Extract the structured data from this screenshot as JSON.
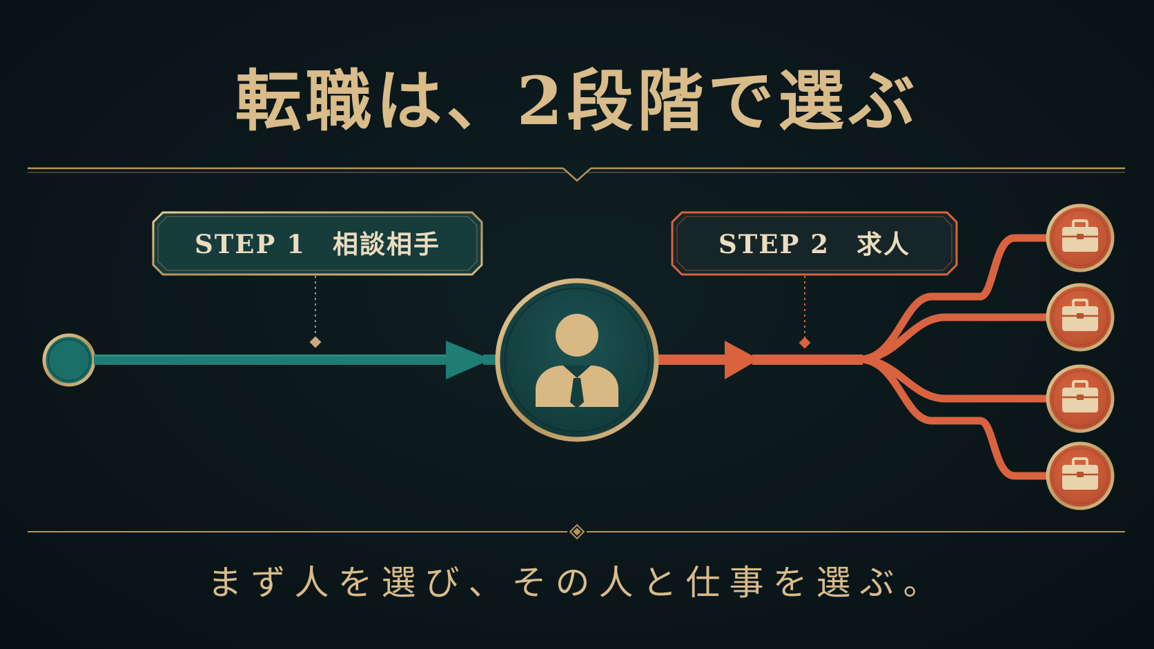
{
  "title": "転職は、2段階で選ぶ",
  "step1": {
    "label": "STEP 1　相談相手"
  },
  "step2": {
    "label": "STEP 2　求人"
  },
  "subtitle": "まず人を選び、その人と仕事を選ぶ。",
  "nodes": {
    "start": "start-node",
    "advisor_icon": "person-icon",
    "job_icon": "briefcase-icon",
    "job_count": 4
  },
  "colors": {
    "background": "#0b171a",
    "gold": "#d9bc8a",
    "teal": "#1f7d74",
    "teal_dark": "#173b3d",
    "orange": "#d9633f",
    "orange_fill": "#c8593a",
    "cream": "#ecdcc0"
  }
}
